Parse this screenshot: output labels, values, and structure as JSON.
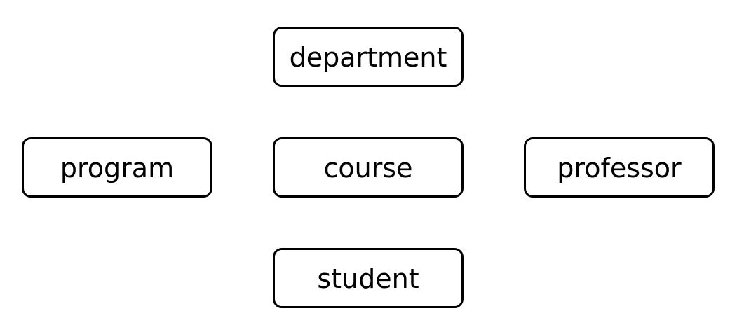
{
  "diagram": {
    "entities": {
      "department": "department",
      "program": "program",
      "course": "course",
      "professor": "professor",
      "student": "student"
    },
    "colors": {
      "border": "#000000",
      "background": "#ffffff",
      "text": "#000000"
    }
  }
}
